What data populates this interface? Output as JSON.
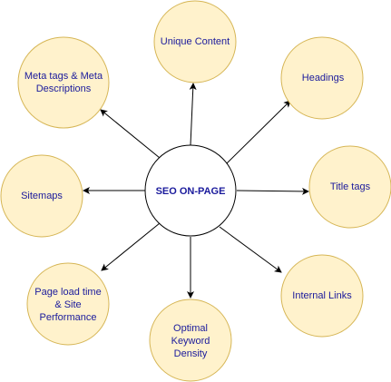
{
  "center": {
    "label": "SEO ON-PAGE",
    "fill": "#ffffff",
    "stroke": "#000000"
  },
  "nodes": [
    {
      "id": "unique-content",
      "label": "Unique Content"
    },
    {
      "id": "headings",
      "label": "Headings"
    },
    {
      "id": "title-tags",
      "label": "Title tags"
    },
    {
      "id": "internal-links",
      "label": "Internal Links"
    },
    {
      "id": "optimal-keyword-density",
      "label": "Optimal\nKeyword\nDensity"
    },
    {
      "id": "page-load-time",
      "label": "Page load time\n& Site\nPerformance"
    },
    {
      "id": "sitemaps",
      "label": "Sitemaps"
    },
    {
      "id": "meta-tags",
      "label": "Meta tags & Meta\nDescriptions"
    }
  ],
  "colors": {
    "node_fill": "#fff2cc",
    "node_stroke": "#d6b656",
    "text": "#1a1a9c",
    "arrow": "#000000"
  }
}
